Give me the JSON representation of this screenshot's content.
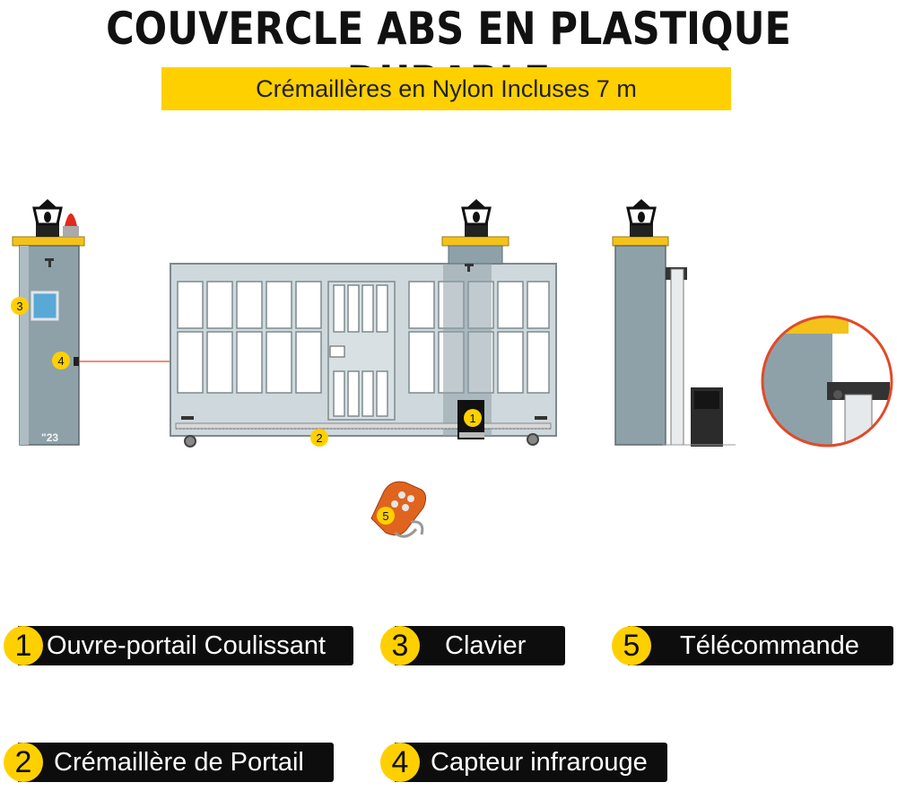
{
  "title": "COUVERCLE ABS EN PLASTIQUE DURABLE",
  "banner": "Crémaillères en Nylon Incluses 7 m",
  "markers": {
    "m1": "1",
    "m2": "2",
    "m3": "3",
    "m4": "4",
    "m5": "5"
  },
  "post_mark": "\"23",
  "legend": [
    {
      "num": "1",
      "label": "Ouvre-portail Coulissant"
    },
    {
      "num": "3",
      "label": "Clavier"
    },
    {
      "num": "5",
      "label": "Télécommande"
    },
    {
      "num": "2",
      "label": "Crémaillère de Portail"
    },
    {
      "num": "4",
      "label": "Capteur infrarouge"
    }
  ],
  "colors": {
    "accent_yellow": "#ffd000",
    "legend_bg": "#0d0d0d",
    "gate_frame": "#c9d2d6",
    "post_grey": "#8e9fa6",
    "sensor_beam": "#e8452c",
    "remote_orange": "#e0641e"
  }
}
